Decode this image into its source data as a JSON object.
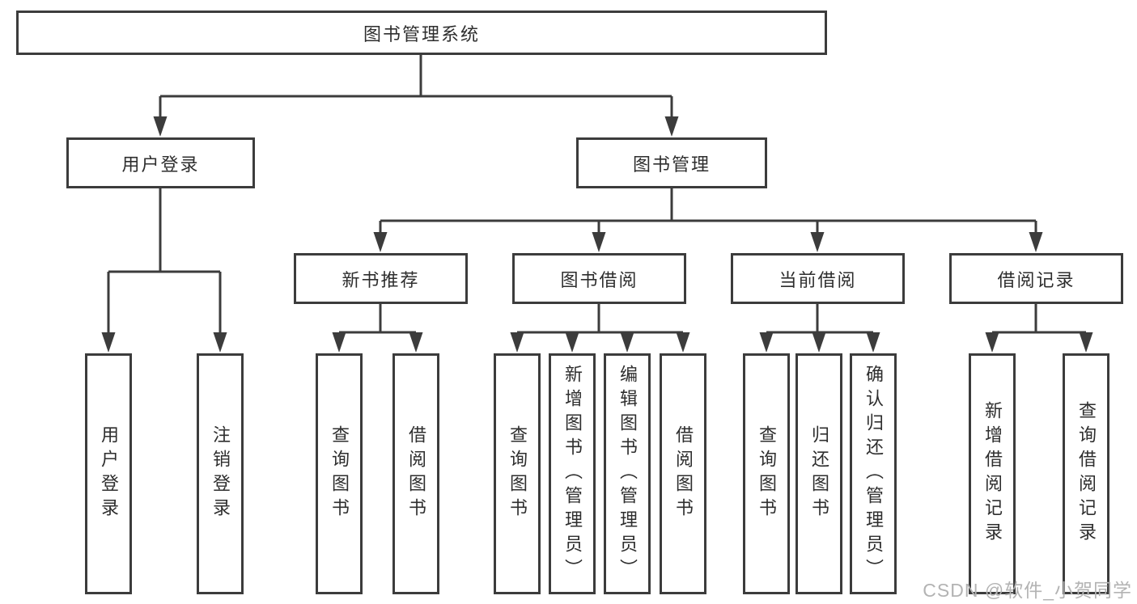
{
  "diagram": {
    "root": {
      "label": "图书管理系统",
      "children": [
        {
          "label": "用户登录",
          "children": [
            {
              "label": "用户登录"
            },
            {
              "label": "注销登录"
            }
          ]
        },
        {
          "label": "图书管理",
          "children": [
            {
              "label": "新书推荐",
              "children": [
                {
                  "label": "查询图书"
                },
                {
                  "label": "借阅图书"
                }
              ]
            },
            {
              "label": "图书借阅",
              "children": [
                {
                  "label": "查询图书"
                },
                {
                  "label": "新增图书（管理员）"
                },
                {
                  "label": "编辑图书（管理员）"
                },
                {
                  "label": "借阅图书"
                }
              ]
            },
            {
              "label": "当前借阅",
              "children": [
                {
                  "label": "查询图书"
                },
                {
                  "label": "归还图书"
                },
                {
                  "label": "确认归还（管理员）"
                }
              ]
            },
            {
              "label": "借阅记录",
              "children": [
                {
                  "label": "新增借阅记录"
                },
                {
                  "label": "查询借阅记录"
                }
              ]
            }
          ]
        }
      ]
    }
  },
  "watermark": "CSDN @软件_小贺同学",
  "colors": {
    "background": "#ffffff",
    "box_border": "#3c3c3c",
    "connector_line": "#3c3c3c",
    "text": "#2e2e2e",
    "watermark": "#b3b3b3"
  }
}
